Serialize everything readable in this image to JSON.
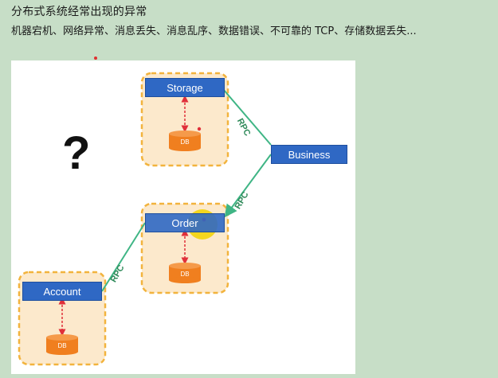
{
  "header": {
    "title": "分布式系统经常出现的异常",
    "subtitle": "机器宕机、网络异常、消息丢失、消息乱序、数据错误、不可靠的 TCP、存储数据丢失..."
  },
  "diagram": {
    "question_mark": "?",
    "nodes": {
      "storage": "Storage",
      "business": "Business",
      "order": "Order",
      "account": "Account"
    },
    "db_label": "DB",
    "rpc_label": "RPC",
    "colors": {
      "node_fill": "#2f68c4",
      "container_fill": "#fce9cc",
      "container_border": "#f2b33d",
      "db_fill": "#f07f1f",
      "rpc_line": "#3fb585",
      "dashed_arrow": "#e0303a",
      "highlight": "#f2d200"
    }
  }
}
